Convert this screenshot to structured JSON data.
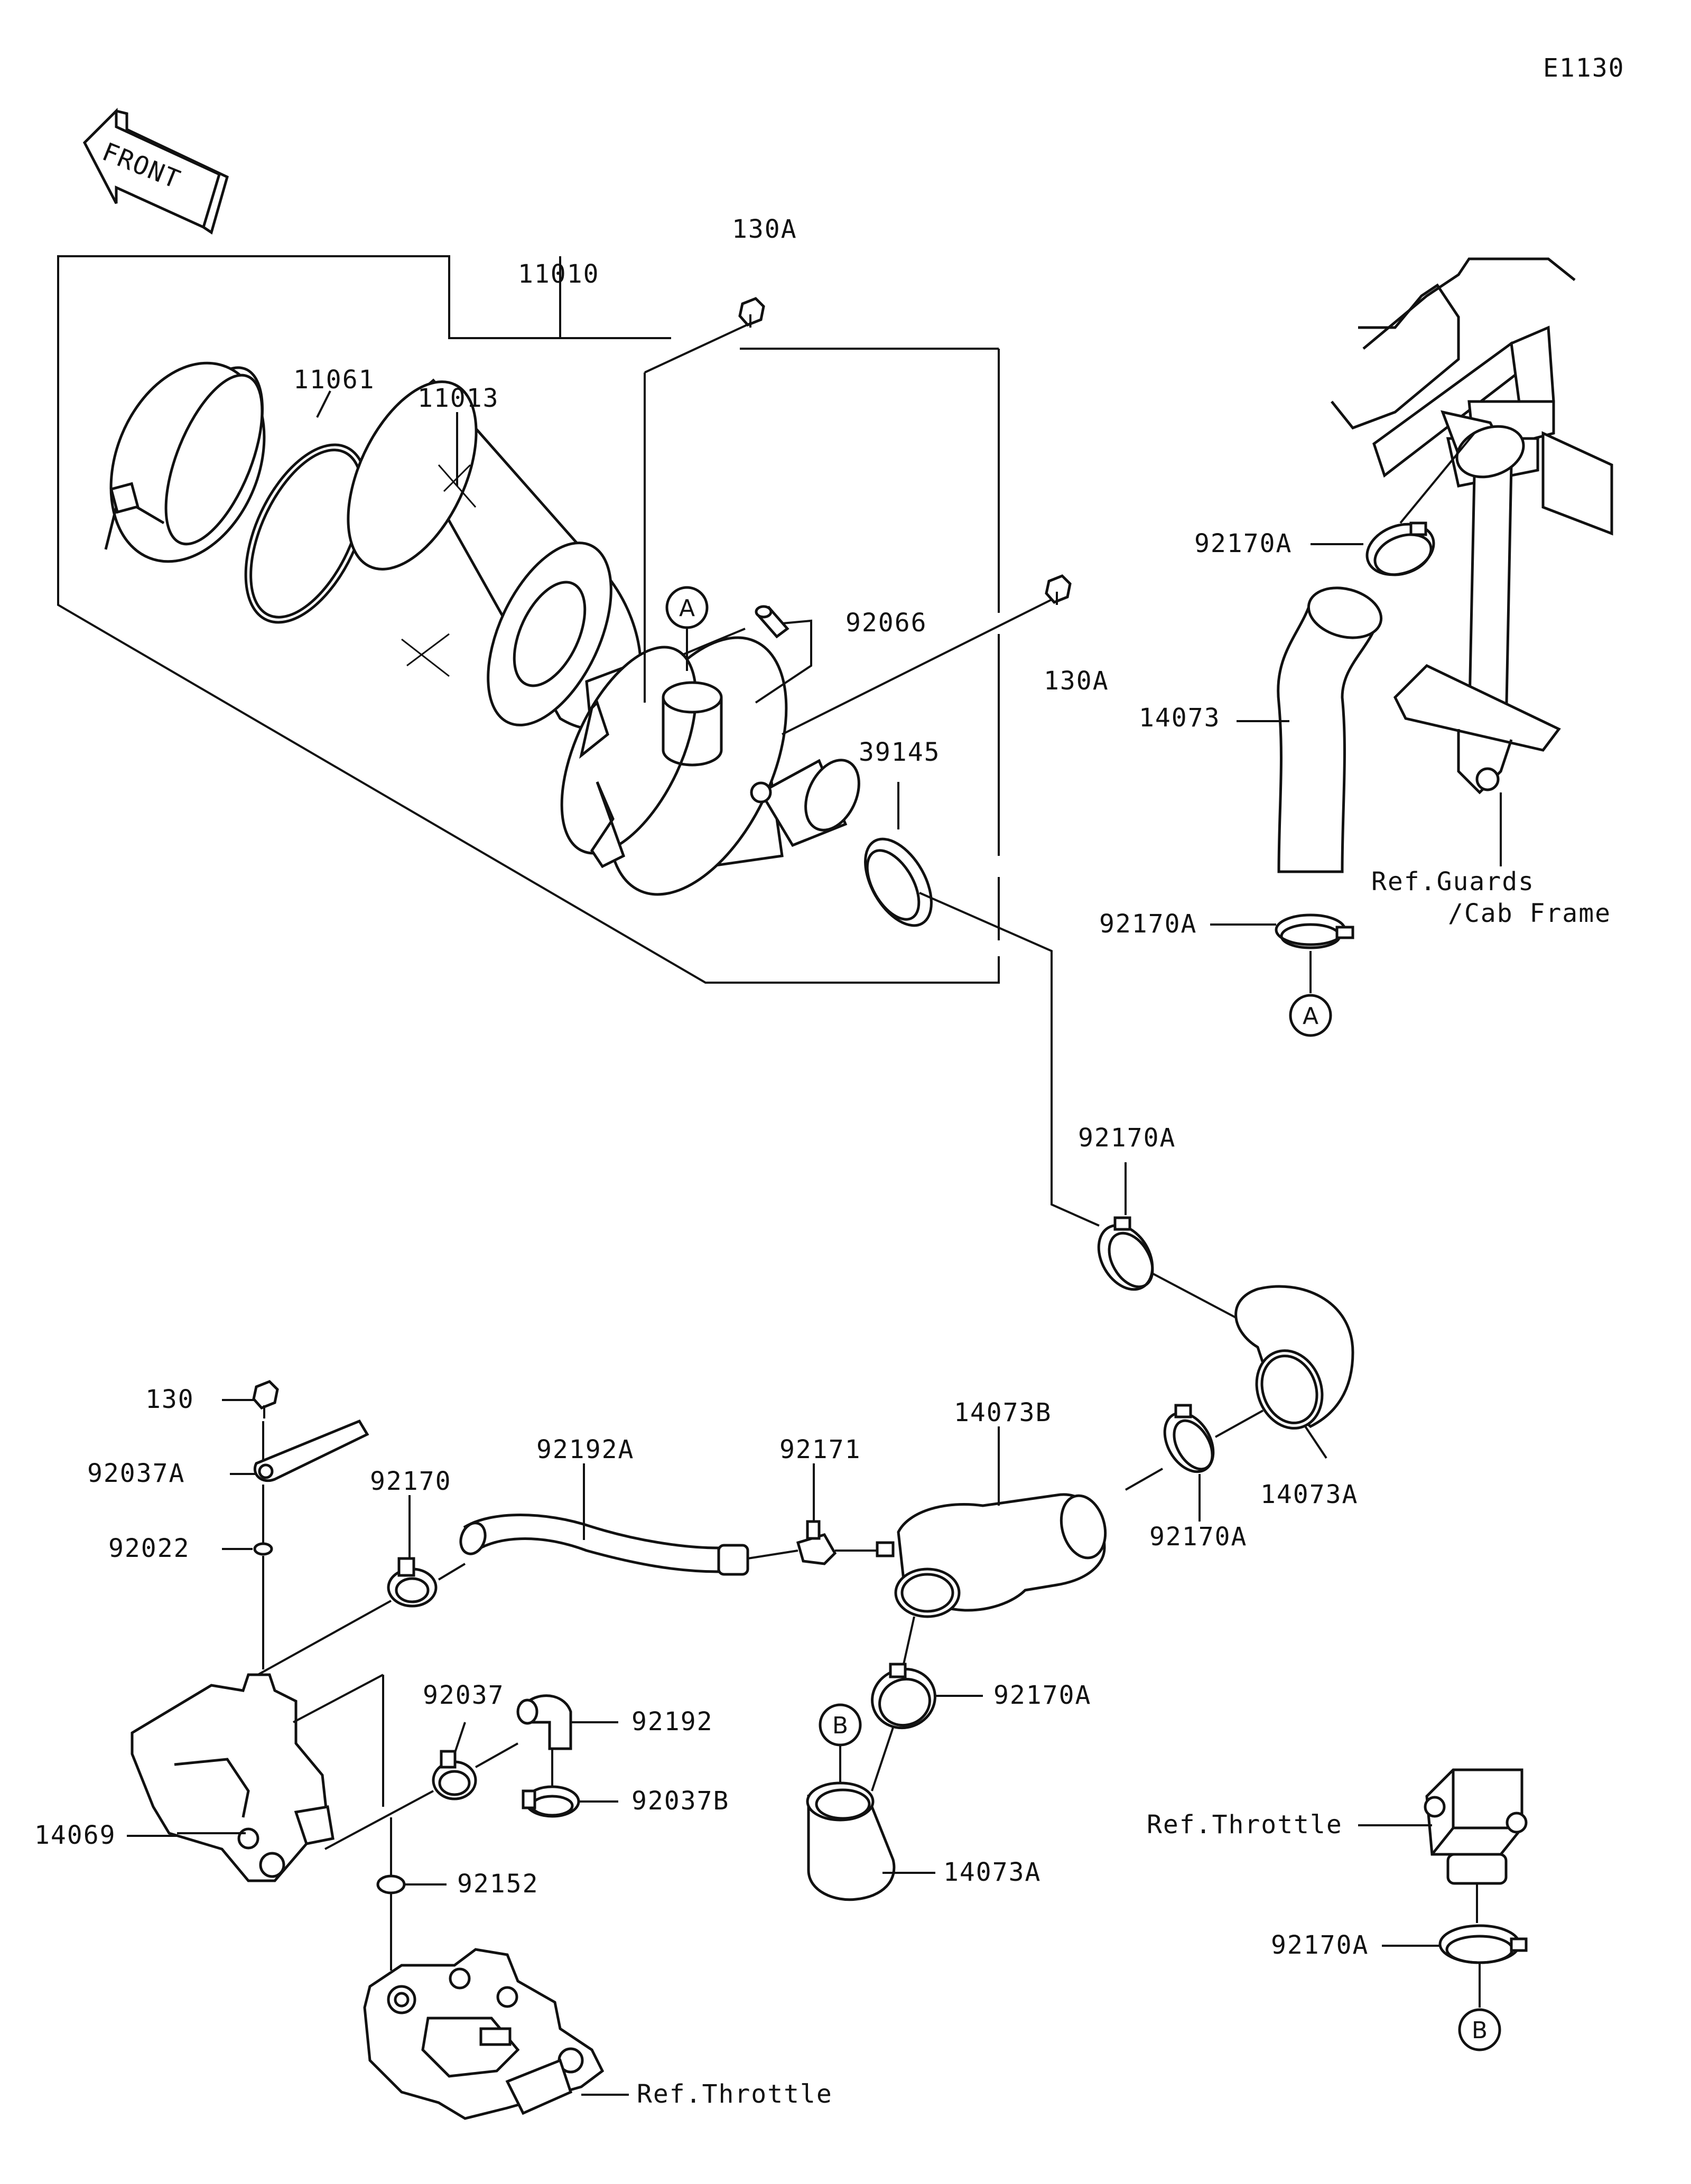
{
  "diagram_code": "E1130",
  "front_label": "FRONT",
  "labels": {
    "p130A_top": "130A",
    "p11010": "11010",
    "p11061": "11061",
    "p11013": "11013",
    "p92066": "92066",
    "p130A_right": "130A",
    "p39145": "39145",
    "p92170A_1": "92170A",
    "p14073": "14073",
    "ref_guards_1": "Ref.Guards",
    "ref_guards_2": "/Cab Frame",
    "p92170A_2": "92170A",
    "p92170A_3": "92170A",
    "p130": "130",
    "p92037A": "92037A",
    "p92192A": "92192A",
    "p92171": "92171",
    "p14073B": "14073B",
    "p92170": "92170",
    "p92022": "92022",
    "p14073A_right": "14073A",
    "p92170A_4": "92170A",
    "p92170A_5": "92170A",
    "p92037": "92037",
    "p92192": "92192",
    "p92037B": "92037B",
    "p14069": "14069",
    "p14073A_low": "14073A",
    "p92152": "92152",
    "ref_throttle_right": "Ref.Throttle",
    "p92170A_6": "92170A",
    "ref_throttle_bottom": "Ref.Throttle"
  },
  "markers": {
    "A1": "A",
    "A2": "A",
    "B1": "B",
    "B2": "B"
  },
  "colors": {
    "line": "#111111",
    "background": "#ffffff"
  }
}
